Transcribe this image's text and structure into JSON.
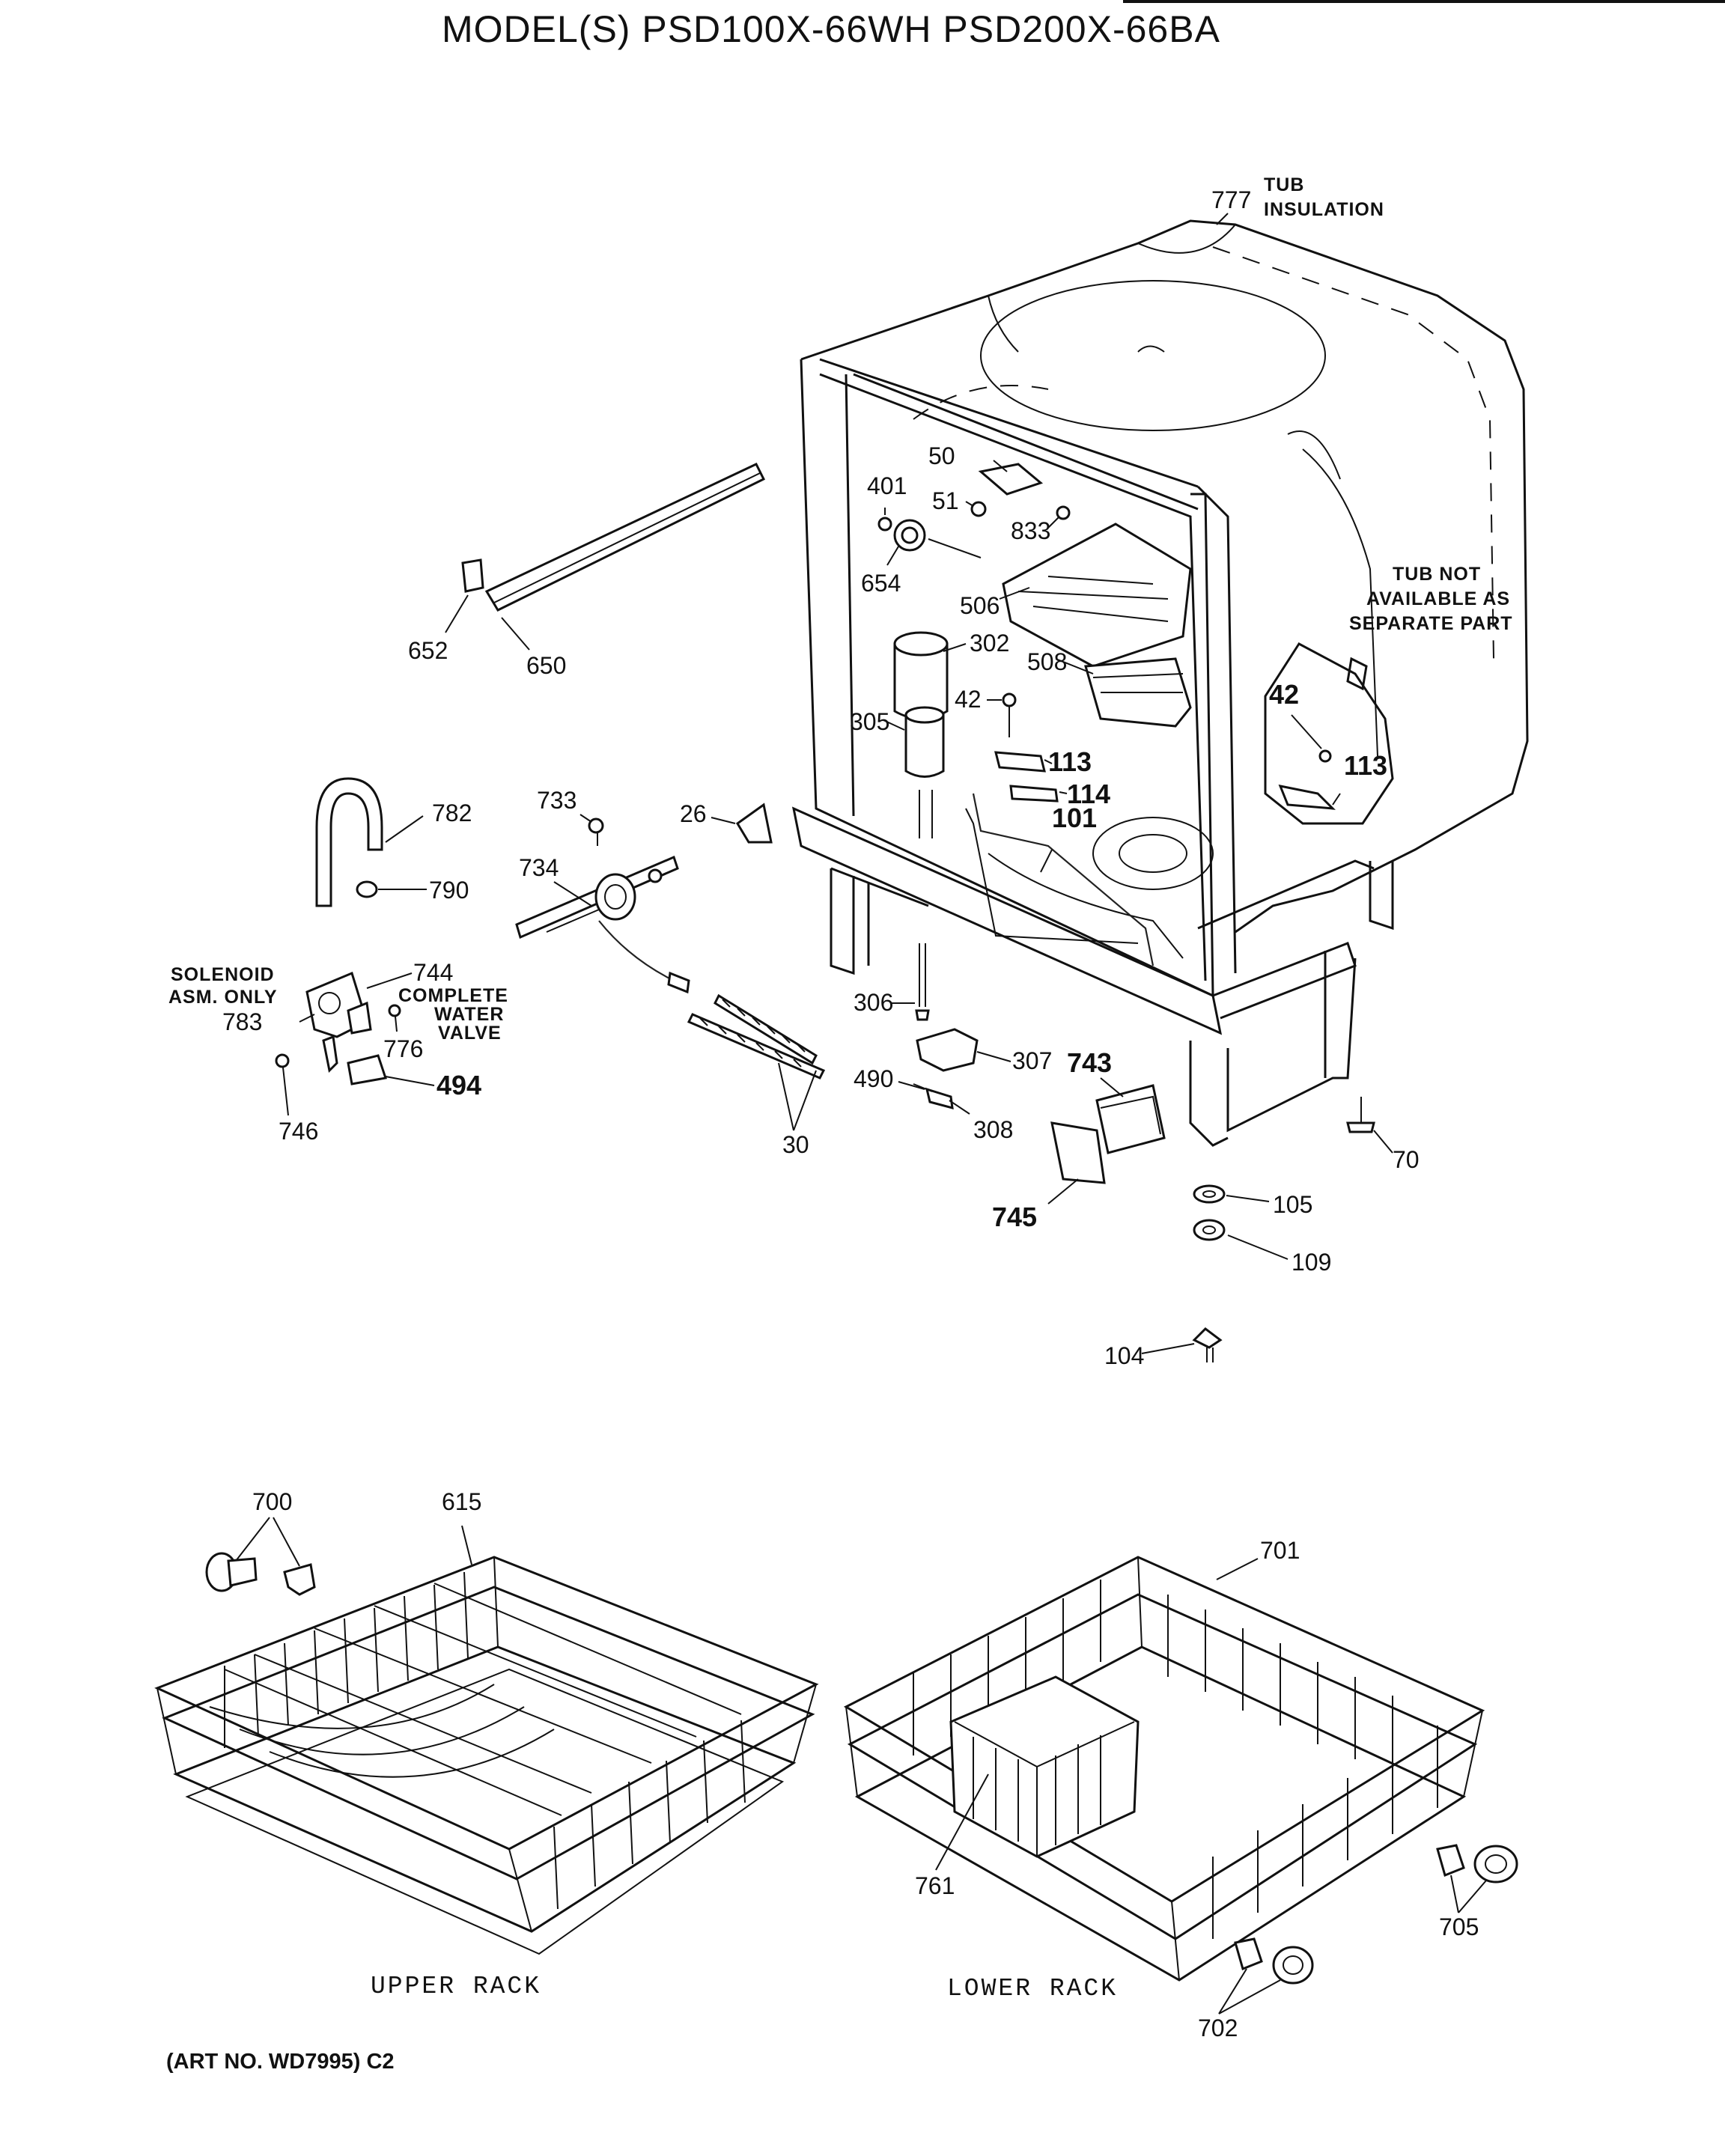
{
  "title": "MODEL(S) PSD100X-66WH  PSD200X-66BA",
  "footer": "(ART NO. WD7995) C2",
  "notes": {
    "tub_insulation_line1": "TUB",
    "tub_insulation_line2": "INSULATION",
    "tub_not_line1": "TUB NOT",
    "tub_not_line2": "AVAILABLE AS",
    "tub_not_line3": "SEPARATE PART",
    "solenoid_line1": "SOLENOID",
    "solenoid_line2": "ASM. ONLY",
    "valve_line1": "COMPLETE",
    "valve_line2": "WATER",
    "valve_line3": "VALVE",
    "upper_rack": "UPPER RACK",
    "lower_rack": "LOWER RACK"
  },
  "parts": {
    "p777": "777",
    "p50": "50",
    "p401": "401",
    "p51": "51",
    "p833": "833",
    "p654": "654",
    "p506": "506",
    "p302": "302",
    "p508": "508",
    "p42a": "42",
    "p305": "305",
    "p113a": "113",
    "p114": "114",
    "p101": "101",
    "p42b": "42",
    "p113b": "113",
    "p652": "652",
    "p650": "650",
    "p782": "782",
    "p790": "790",
    "p733": "733",
    "p734": "734",
    "p26": "26",
    "p744": "744",
    "p783": "783",
    "p776": "776",
    "p494": "494",
    "p746": "746",
    "p30": "30",
    "p306": "306",
    "p307": "307",
    "p490": "490",
    "p308": "308",
    "p743": "743",
    "p745": "745",
    "p70": "70",
    "p105": "105",
    "p109": "109",
    "p104": "104",
    "p700": "700",
    "p615": "615",
    "p701": "701",
    "p761": "761",
    "p705": "705",
    "p702": "702"
  }
}
